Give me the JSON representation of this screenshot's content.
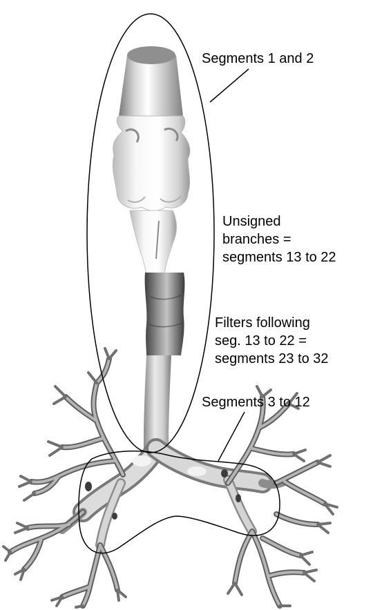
{
  "diagram": {
    "labels": {
      "segments_1_2": "Segments 1 and 2",
      "unsigned_branches": [
        "Unsigned",
        "branches =",
        "segments 13 to 22"
      ],
      "filters_following": [
        "Filters following",
        "seg. 13 to 22 =",
        "segments 23 to 32"
      ],
      "segments_3_12": "Segments 3 to 12"
    },
    "colors": {
      "outline": "#000000",
      "tissue_light": "#f2f2f2",
      "tissue_mid": "#bdbdbd",
      "tissue_dark": "#6e6e6e"
    }
  }
}
